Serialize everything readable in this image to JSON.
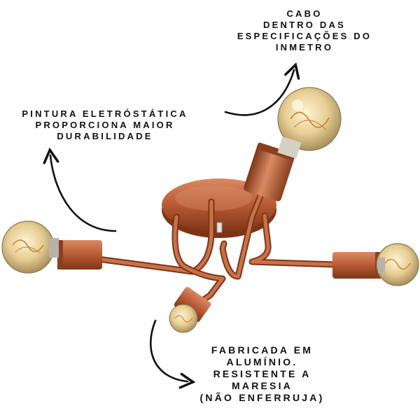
{
  "callouts": {
    "cabo": [
      "CABO",
      "DENTRO DAS",
      "ESPECIFICAÇÕES DO",
      "INMETRO"
    ],
    "pintura": [
      "PINTURA ELETRÓSTÁTICA",
      "PROPORCIONA MAIOR",
      "DURABILIDADE"
    ],
    "fabricada": [
      "FABRICADA EM",
      "ALUMÍNIO.",
      "RESISTENTE A",
      "MARESIA",
      "(NÃO ENFERRUJA)"
    ]
  },
  "colors": {
    "copper": "#b65a34",
    "copper_dark": "#7e3517",
    "copper_light": "#d98a63",
    "bulb_glass": "#e9d6a4",
    "filament": "#c9772a",
    "ink": "#111111"
  },
  "icons": [
    "curved-arrow-icon",
    "ceiling-lamp-illustration",
    "edison-bulb-icon"
  ]
}
